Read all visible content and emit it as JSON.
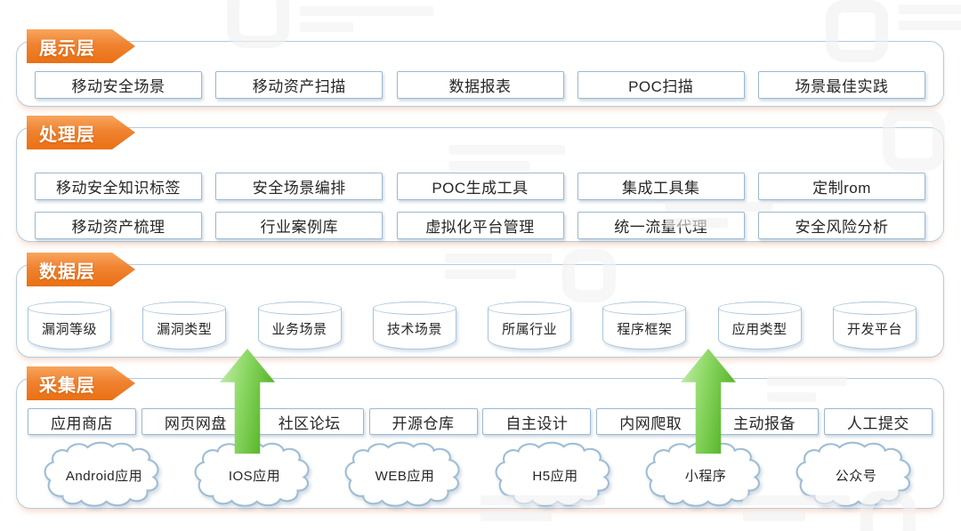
{
  "colors": {
    "accent_orange": "#ee7a1e",
    "border_blue": "#b3cbde",
    "arrow_green": "#5cb82f",
    "text": "#262626"
  },
  "icons": {
    "up_arrow_icon": "green gradient upward arrow",
    "brand_watermark_icon": "faint rounded-square logo watermark"
  },
  "layers": {
    "present": {
      "label": "展示层",
      "items": [
        "移动安全场景",
        "移动资产扫描",
        "数据报表",
        "POC扫描",
        "场景最佳实践"
      ]
    },
    "process": {
      "label": "处理层",
      "row1": [
        "移动安全知识标签",
        "安全场景编排",
        "POC生成工具",
        "集成工具集",
        "定制rom"
      ],
      "row2": [
        "移动资产梳理",
        "行业案例库",
        "虚拟化平台管理",
        "统一流量代理",
        "安全风险分析"
      ]
    },
    "data": {
      "label": "数据层",
      "cylinders": [
        "漏洞等级",
        "漏洞类型",
        "业务场景",
        "技术场景",
        "所属行业",
        "程序框架",
        "应用类型",
        "开发平台"
      ]
    },
    "collect": {
      "label": "采集层",
      "sources": [
        "应用商店",
        "网页网盘",
        "社区论坛",
        "开源仓库",
        "自主设计",
        "内网爬取",
        "主动报备",
        "人工提交"
      ],
      "clouds": [
        "Android应用",
        "IOS应用",
        "WEB应用",
        "H5应用",
        "小程序",
        "公众号"
      ]
    }
  }
}
